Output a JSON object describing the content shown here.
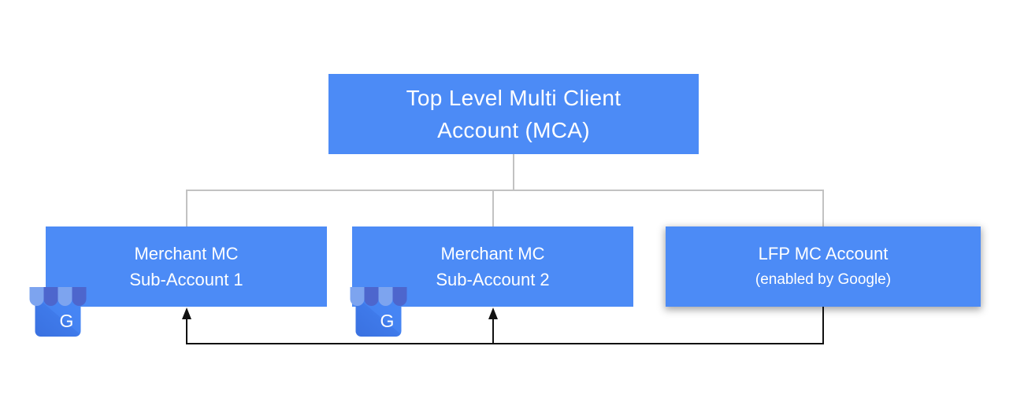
{
  "colors": {
    "node_blue": "#4c8bf6",
    "connector_gray": "#c2c2c2",
    "arrow_black": "#111111",
    "node_text_white": "#ffffff",
    "icon_awning_light": "#7da4ef",
    "icon_awning_dark": "#4d66cd",
    "icon_body_blue": "#4083f1"
  },
  "nodes": {
    "mca": {
      "line1": "Top Level Multi Client",
      "line2": "Account (MCA)"
    },
    "sub1": {
      "line1": "Merchant MC",
      "line2": "Sub-Account 1"
    },
    "sub2": {
      "line1": "Merchant MC",
      "line2": "Sub-Account 2"
    },
    "lfp": {
      "line1": "LFP MC Account",
      "line2": "(enabled by Google)"
    }
  },
  "icons": {
    "business_profile": {
      "name": "google-business-profile-icon",
      "letter": "G"
    }
  }
}
